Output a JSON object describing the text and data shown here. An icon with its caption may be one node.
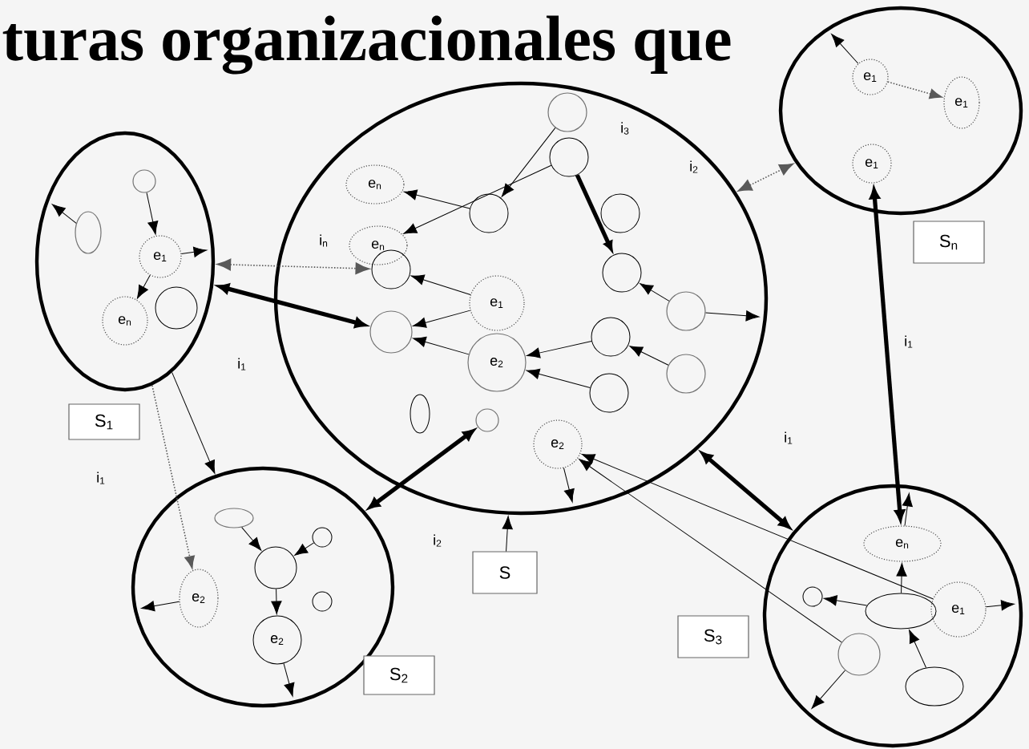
{
  "diagram": {
    "title": "turas organizacionales que",
    "nodes": [
      {
        "text": [],
        "shape": "ellipse"
      },
      {
        "text": [
          "e$_{n}$"
        ],
        "in": 0
      },
      {
        "text": [
          "e$_{n}$"
        ],
        "in": 0
      },
      {
        "text": [
          "e$_{1}$"
        ],
        "in": 0
      },
      {
        "text": [
          "e$_{2}$"
        ],
        "in": 0
      },
      {
        "text": [
          "e$_{2}$"
        ],
        "in": 0
      },
      {
        "text": [],
        "shape": "circle",
        "in": 0
      },
      {
        "text": [],
        "shape": "circle",
        "in": 0
      },
      {
        "text": [],
        "shape": "circle",
        "in": 0
      },
      {
        "text": [],
        "shape": "circle",
        "in": 0
      },
      {
        "text": [],
        "shape": "circle",
        "in": 0
      },
      {
        "text": [],
        "shape": "circle",
        "in": 0
      },
      {
        "text": [],
        "shape": "circle",
        "in": 0
      },
      {
        "text": [],
        "shape": "circle",
        "in": 0
      },
      {
        "text": [],
        "shape": "circle",
        "in": 0
      },
      {
        "text": [],
        "shape": "circle",
        "in": 0
      },
      {
        "text": [],
        "shape": "circle",
        "in": 0
      },
      {
        "text": [],
        "shape": "ellipse",
        "in": 0
      },
      {
        "text": [],
        "shape": "circle",
        "in": 0
      },
      {
        "text": [],
        "shape": "ellipse"
      },
      {
        "text": [
          "e$_{1}$"
        ],
        "in": 19
      },
      {
        "text": [
          "e$_{n}$"
        ],
        "in": 19
      },
      {
        "text": [],
        "shape": "circle",
        "in": 19
      },
      {
        "text": [],
        "shape": "circle",
        "in": 19
      },
      {
        "text": [],
        "shape": "ellipse",
        "in": 19
      },
      {
        "text": [],
        "shape": "ellipse"
      },
      {
        "text": [
          "e$_{1}$"
        ],
        "in": 25
      },
      {
        "text": [
          "e$_{1}$"
        ],
        "in": 25
      },
      {
        "text": [
          "e$_{1}$"
        ],
        "in": 25
      },
      {
        "text": [],
        "shape": "ellipse"
      },
      {
        "text": [
          "e$_{2}$"
        ],
        "in": 29
      },
      {
        "text": [
          "e$_{2}$"
        ],
        "in": 29
      },
      {
        "text": [],
        "shape": "circle",
        "in": 29
      },
      {
        "text": [],
        "shape": "ellipse",
        "in": 29
      },
      {
        "text": [],
        "shape": "circle",
        "in": 29
      },
      {
        "text": [],
        "shape": "circle",
        "in": 29
      },
      {
        "text": [],
        "shape": "ellipse"
      },
      {
        "text": [
          "e$_{n}$"
        ],
        "in": 36
      },
      {
        "text": [
          "e$_{1}$"
        ],
        "in": 36
      },
      {
        "text": [],
        "shape": "ellipse",
        "in": 36
      },
      {
        "text": [],
        "shape": "circle",
        "in": 36
      },
      {
        "text": [],
        "shape": "ellipse",
        "in": 36
      },
      {
        "text": [],
        "shape": "circle",
        "in": 36
      },
      {
        "text": [
          "S"
        ]
      },
      {
        "text": [
          "S$_{1}$"
        ]
      },
      {
        "text": [
          "S$_{2}$"
        ]
      },
      {
        "text": [
          "S$_{3}$"
        ]
      },
      {
        "text": [
          "S$_{n}$"
        ]
      }
    ],
    "edges": [
      {
        "from": 19,
        "to": 12,
        "arrow": "both",
        "style": "thick"
      },
      {
        "from": 19,
        "to": 11,
        "arrow": "both",
        "style": "dashed"
      },
      {
        "from": 29,
        "to": 18,
        "arrow": "both",
        "style": "thick"
      },
      {
        "from": 0,
        "to": 36,
        "arrow": "both",
        "style": "thick"
      },
      {
        "from": 28,
        "to": 37,
        "arrow": "both",
        "style": "thick"
      },
      {
        "from": 0,
        "to": 25,
        "arrow": "both",
        "style": "dashed"
      },
      {
        "from": 19,
        "to": 29,
        "arrow": "to"
      },
      {
        "from": 19,
        "to": 30,
        "arrow": "to",
        "style": "dashed"
      },
      {
        "from": 43,
        "to": 0,
        "arrow": "to"
      },
      {
        "from": 38,
        "to": 5,
        "arrow": "to"
      },
      {
        "from": 40,
        "to": 5,
        "arrow": "to"
      },
      {
        "from": 7,
        "to": 10,
        "arrow": "to",
        "style": "thick"
      },
      {
        "from": 8,
        "to": 1,
        "arrow": "to"
      },
      {
        "from": 7,
        "to": 2,
        "arrow": "to"
      },
      {
        "from": 3,
        "to": 11,
        "arrow": "to"
      },
      {
        "from": 3,
        "to": 12,
        "arrow": "to"
      },
      {
        "from": 14,
        "to": 10,
        "arrow": "to"
      },
      {
        "from": 15,
        "to": 13,
        "arrow": "to"
      },
      {
        "from": 13,
        "to": 4,
        "arrow": "to"
      },
      {
        "from": 16,
        "to": 4,
        "arrow": "to"
      },
      {
        "from": 4,
        "to": 12,
        "arrow": "to"
      },
      {
        "from": 5,
        "to": null,
        "arrow": "to"
      },
      {
        "from": 14,
        "to": null,
        "arrow": "to"
      },
      {
        "from": 6,
        "to": 8,
        "arrow": "to"
      },
      {
        "from": 23,
        "to": 20,
        "arrow": "to"
      },
      {
        "from": 20,
        "to": 21,
        "arrow": "to"
      },
      {
        "from": 24,
        "to": null,
        "arrow": "to"
      },
      {
        "from": 20,
        "to": null,
        "arrow": "to"
      },
      {
        "from": 26,
        "to": 27,
        "arrow": "to",
        "style": "dashed"
      },
      {
        "from": 26,
        "to": null,
        "arrow": "to"
      },
      {
        "from": 30,
        "to": null,
        "arrow": "to"
      },
      {
        "from": 32,
        "to": 31,
        "arrow": "to"
      },
      {
        "from": 33,
        "to": 32,
        "arrow": "to"
      },
      {
        "from": 34,
        "to": 32,
        "arrow": "to"
      },
      {
        "from": 31,
        "to": null,
        "arrow": "to"
      },
      {
        "from": 37,
        "to": null,
        "arrow": "to"
      },
      {
        "from": 39,
        "to": 37,
        "arrow": "to"
      },
      {
        "from": 39,
        "to": 42,
        "arrow": "to"
      },
      {
        "from": 38,
        "to": null,
        "arrow": "to"
      },
      {
        "from": 40,
        "to": null,
        "arrow": "to"
      },
      {
        "from": 41,
        "to": 39,
        "arrow": "to"
      }
    ],
    "labels": [
      "i$_{3}$",
      "i$_{2}$",
      "i$_{n}$",
      "i$_{1}$",
      "i$_{1}$",
      "i$_{2}$",
      "i$_{1}$",
      "i$_{1}$"
    ]
  }
}
